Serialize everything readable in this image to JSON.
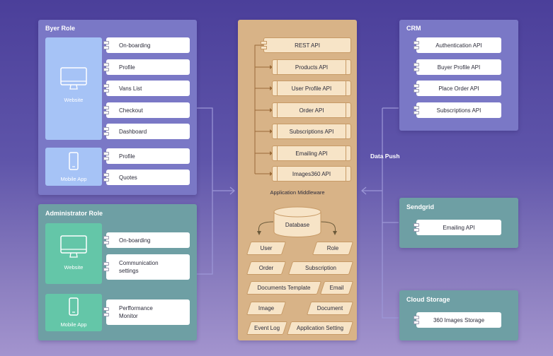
{
  "buyer": {
    "title": "Byer Role",
    "website_label": "Website",
    "mobile_label": "Mobile App",
    "website_items": [
      "On-boarding",
      "Profile",
      "Vans List",
      "Checkout",
      "Dashboard"
    ],
    "mobile_items": [
      "Profile",
      "Quotes"
    ]
  },
  "admin": {
    "title": "Administrator Role",
    "website_label": "Website",
    "mobile_label": "Mobile App",
    "website_items": [
      "On-boarding",
      "Communication",
      "settings"
    ],
    "mobile_items": [
      "Perfformance",
      "Monitor"
    ]
  },
  "middleware": {
    "label": "Application Middleware",
    "apis": [
      "REST API",
      "Products API",
      "User Profile API",
      "Order API",
      "Subscriptions API",
      "Emailing API",
      "Images360 API"
    ],
    "database": "Database",
    "entities": [
      "User",
      "Role",
      "Order",
      "Subscription",
      "Documents Template",
      "Email",
      "Image",
      "Document",
      "Event Log",
      "Application Setting"
    ]
  },
  "crm": {
    "title": "CRM",
    "items": [
      "Authentication API",
      "Buyer Profile API",
      "Place Order API",
      "Subscriptions API"
    ]
  },
  "data_push": "Data Push",
  "sendgrid": {
    "title": "Sendgrid",
    "items": [
      "Emailing API"
    ]
  },
  "cloud": {
    "title": "Cloud Storage",
    "items": [
      "360 Images Storage"
    ]
  },
  "colors": {
    "purple_panel": "#7a78c6",
    "teal_panel": "#6e9fa4",
    "middleware": "#d8b387",
    "device_blue": "#a6c3f6",
    "device_green": "#64c6a8"
  }
}
